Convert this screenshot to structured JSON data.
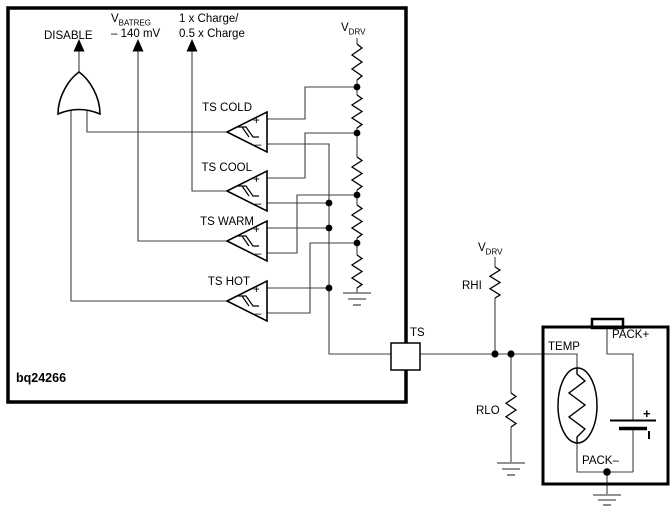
{
  "chip": {
    "part_number": "bq24266",
    "ts_pin": "TS",
    "vdrv": {
      "main": "V",
      "sub": "DRV"
    }
  },
  "control_outputs": {
    "disable": "DISABLE",
    "vbatreg": {
      "main": "V",
      "sub": "BATREG",
      "line2": "– 140 mV"
    },
    "charge": {
      "line1": "1 x Charge/",
      "line2": "0.5 x Charge"
    }
  },
  "comparators": [
    {
      "label": "TS COLD",
      "plus": "+",
      "minus": "–"
    },
    {
      "label": "TS COOL",
      "plus": "+",
      "minus": "–"
    },
    {
      "label": "TS WARM",
      "plus": "+",
      "minus": "–"
    },
    {
      "label": "TS HOT",
      "plus": "+",
      "minus": "–"
    }
  ],
  "external": {
    "vdrv": {
      "main": "V",
      "sub": "DRV"
    },
    "rhi_label": "RHI",
    "rlo_label": "RLO"
  },
  "battery_pack": {
    "temp": "TEMP",
    "pack_plus": "PACK+",
    "pack_minus": "PACK–",
    "battery_plus": "+"
  },
  "colors": {
    "line": "#404040",
    "symbol": "#000000",
    "ground": "#6e6e6e"
  }
}
